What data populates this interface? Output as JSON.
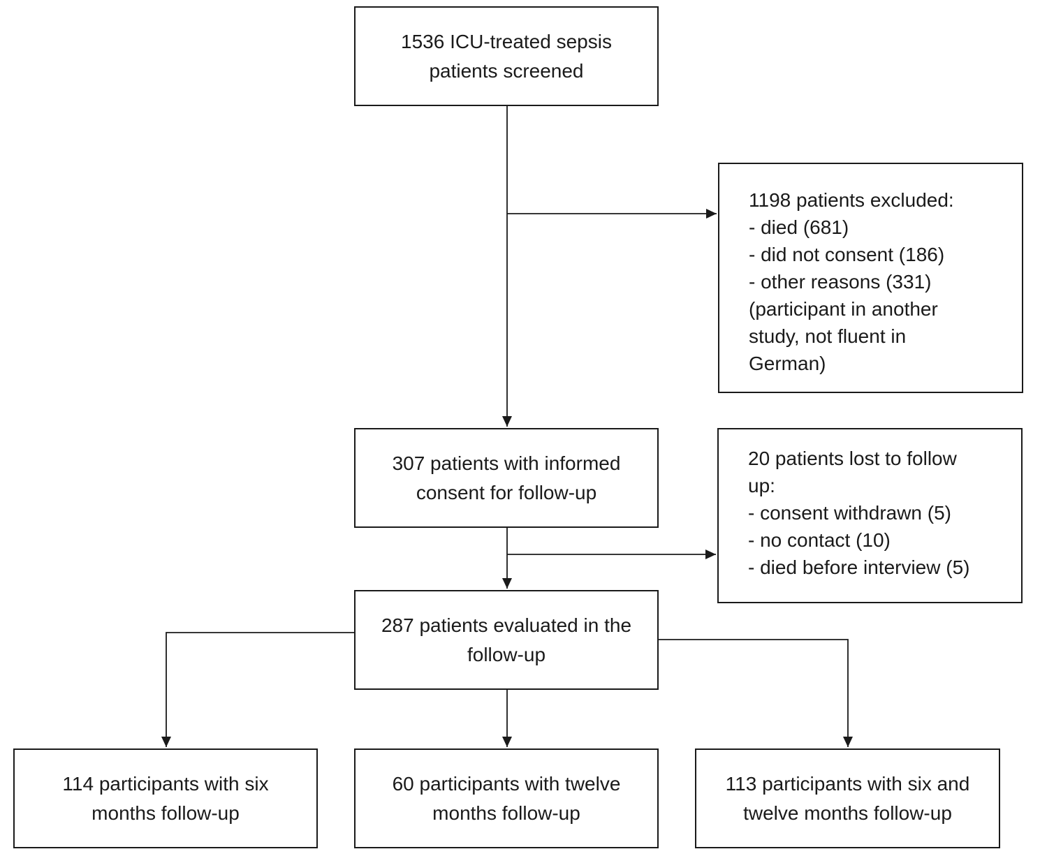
{
  "screened": {
    "lines": [
      "1536 ICU-treated sepsis",
      "patients screened"
    ]
  },
  "excluded": {
    "lines": [
      "1198 patients excluded:",
      "- died (681)",
      "- did not consent (186)",
      "- other reasons (331)",
      "(participant in another",
      "study, not fluent in",
      "German)"
    ]
  },
  "consent": {
    "lines": [
      "307 patients with informed",
      "consent for follow-up"
    ]
  },
  "lost": {
    "lines": [
      "20 patients lost to follow",
      "up:",
      "- consent withdrawn (5)",
      "- no contact (10)",
      "- died before interview (5)"
    ]
  },
  "evaluated": {
    "lines": [
      "287 patients evaluated in the",
      "follow-up"
    ]
  },
  "six_months": {
    "lines": [
      "114 participants with six",
      "months follow-up"
    ]
  },
  "twelve_months": {
    "lines": [
      "60 participants with twelve",
      "months follow-up"
    ]
  },
  "six_and_twelve": {
    "lines": [
      "113 participants with six and",
      "twelve months follow-up"
    ]
  }
}
